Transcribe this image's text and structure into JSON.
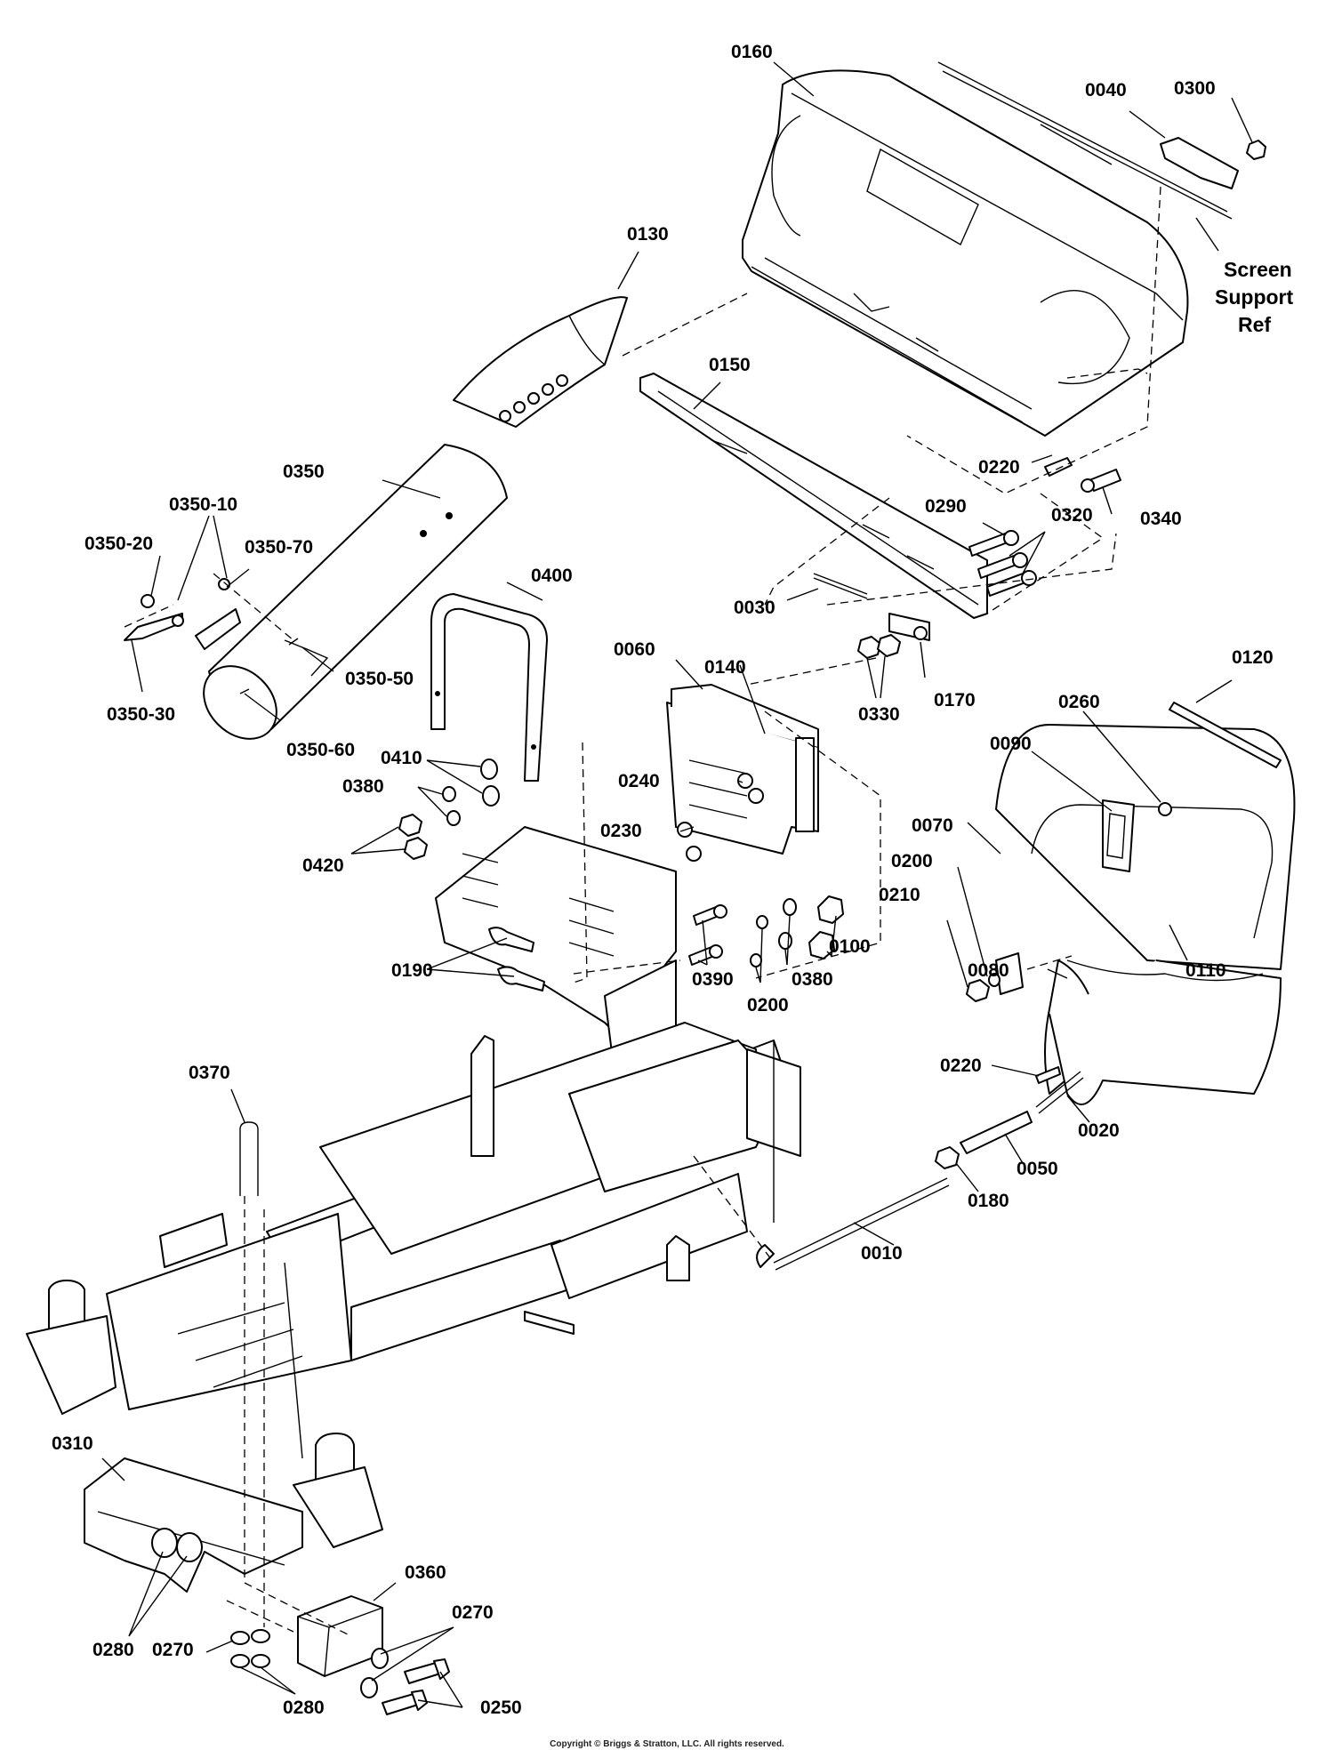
{
  "labels": {
    "l0160": "0160",
    "l0040": "0040",
    "l0300": "0300",
    "screen_ref_1": "Screen",
    "screen_ref_2": "Support",
    "screen_ref_3": "Ref",
    "l0130": "0130",
    "l0150": "0150",
    "l0220a": "0220",
    "l0340": "0340",
    "l0350": "0350",
    "l0350_10": "0350-10",
    "l0350_20": "0350-20",
    "l0350_70": "0350-70",
    "l0290": "0290",
    "l0320": "0320",
    "l0400": "0400",
    "l0030": "0030",
    "l0350_50": "0350-50",
    "l0350_30": "0350-30",
    "l0350_60": "0350-60",
    "l0060": "0060",
    "l0140": "0140",
    "l0330": "0330",
    "l0170": "0170",
    "l0120": "0120",
    "l0260": "0260",
    "l0090": "0090",
    "l0410": "0410",
    "l0380a": "0380",
    "l0240": "0240",
    "l0420": "0420",
    "l0230": "0230",
    "l0070": "0070",
    "l0200a": "0200",
    "l0210": "0210",
    "l0100": "0100",
    "l0190": "0190",
    "l0390": "0390",
    "l0380b": "0380",
    "l0200b": "0200",
    "l0080": "0080",
    "l0110": "0110",
    "l0370": "0370",
    "l0220b": "0220",
    "l0020": "0020",
    "l0050": "0050",
    "l0180": "0180",
    "l0010": "0010",
    "l0310": "0310",
    "l0360": "0360",
    "l0270a": "0270",
    "l0280a": "0280",
    "l0270b": "0270",
    "l0280b": "0280",
    "l0250": "0250"
  },
  "copyright": "Copyright © Briggs & Stratton, LLC. All rights reserved."
}
